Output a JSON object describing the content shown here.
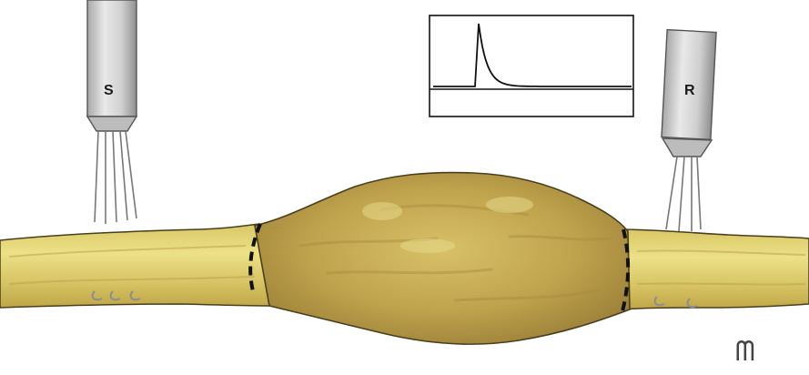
{
  "electrodes": {
    "stimulating": {
      "label": "S"
    },
    "recording": {
      "label": "R"
    }
  },
  "trace": {
    "description_type": "single evoked potential spike",
    "peak_level": 1.0,
    "baseline_level": 0.0
  },
  "colors": {
    "nerve_fill": "#e3d57a",
    "nerve_dark": "#b59a3c",
    "nerve_outline": "#4a3f1c",
    "neuroma_fill": "#c9ac55",
    "electrode_metal": "#c9c9c9",
    "trace_line": "#111111",
    "cut_line": "#111111",
    "suture": "#8d8d8d"
  },
  "signature": {
    "text": "ᗰ"
  }
}
